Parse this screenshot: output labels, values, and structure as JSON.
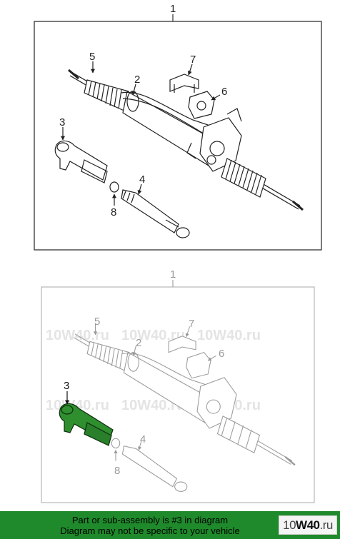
{
  "diagram": {
    "top": {
      "assembly_label": "1",
      "callouts": [
        "2",
        "3",
        "4",
        "5",
        "6",
        "7",
        "8"
      ]
    },
    "bottom": {
      "assembly_label": "1",
      "callouts": [
        "2",
        "3",
        "4",
        "5",
        "6",
        "7",
        "8"
      ],
      "highlighted_part": "3",
      "watermark": "10W40.ru"
    }
  },
  "colors": {
    "line": "#222222",
    "faded_line": "#9a9a9a",
    "highlight": "#2f8f2f",
    "footer_bg": "#1f8a2b"
  },
  "footer": {
    "line1": "Part or sub-assembly is #3 in diagram",
    "line2": "Diagram may not be specific to your vehicle",
    "brand_prefix": "10",
    "brand_main": "W40",
    "brand_suffix": ".ru"
  }
}
